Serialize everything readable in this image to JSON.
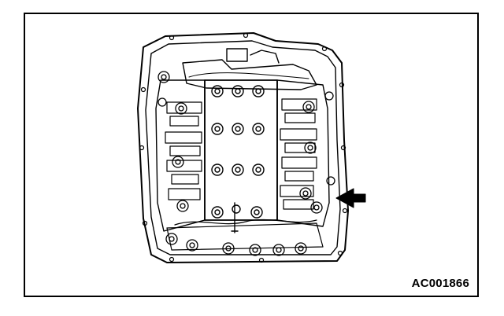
{
  "figure": {
    "reference_code": "AC001866",
    "subject": "valve-body-assembly-in-oil-pan",
    "callout": "arrow-indicator"
  },
  "colors": {
    "line": "#000000",
    "background": "#ffffff"
  }
}
